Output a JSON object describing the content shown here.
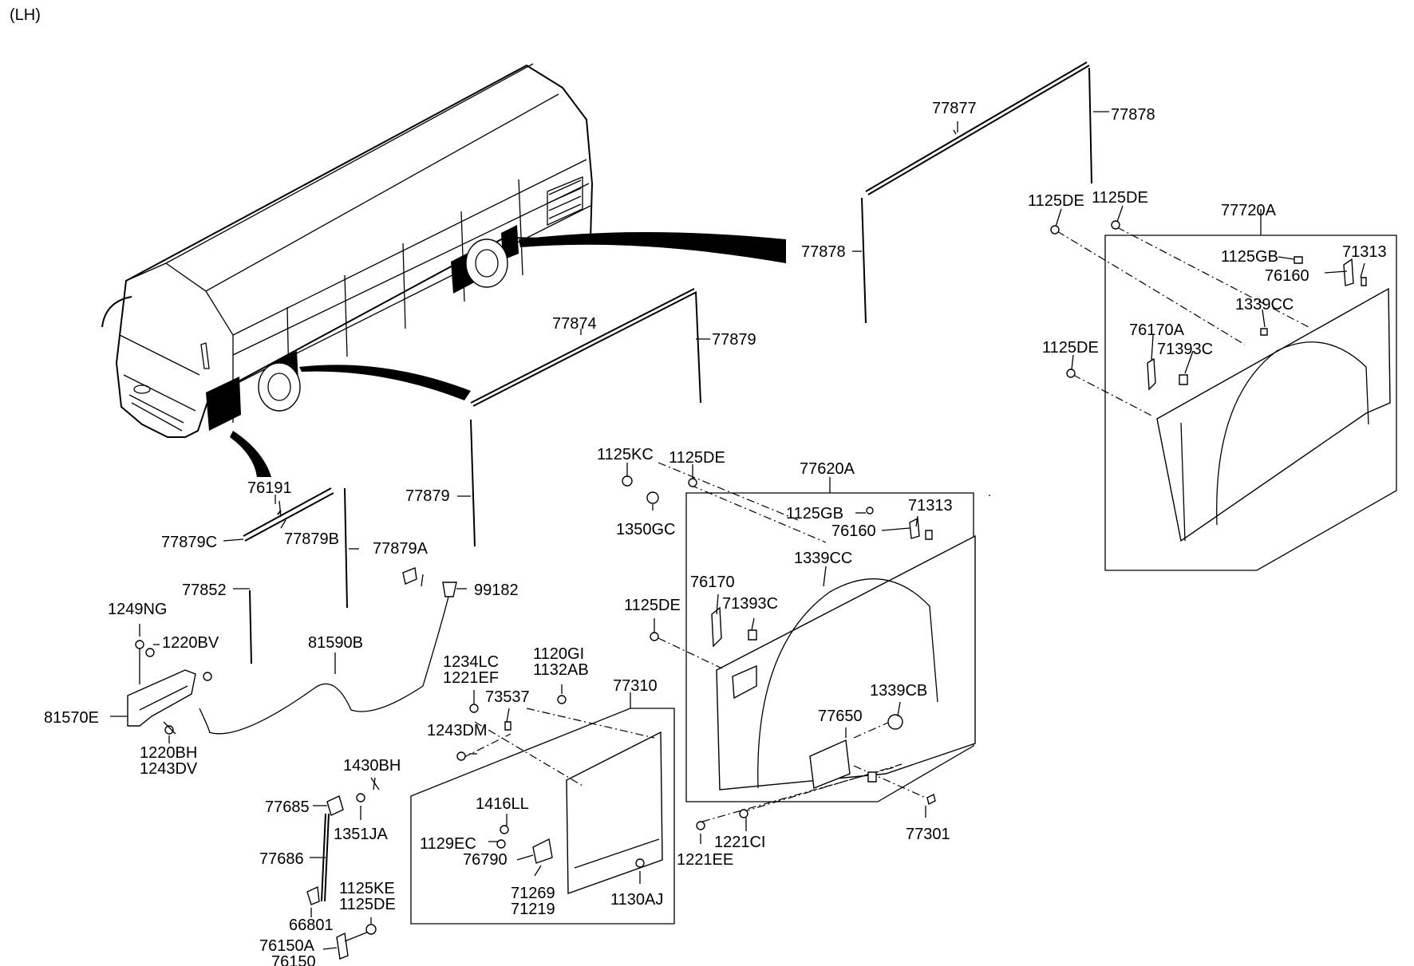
{
  "view_label": "(LH)",
  "callouts": {
    "p77877": "77877",
    "p77878a": "77878",
    "p77878b": "77878",
    "p1125DE_a": "1125DE",
    "p1125DE_b": "1125DE",
    "p77720A": "77720A",
    "p1125GB_a": "1125GB",
    "p71313_a": "71313",
    "p76160_a": "76160",
    "p1339CC_a": "1339CC",
    "p1125DE_c": "1125DE",
    "p76170A": "76170A",
    "p71393C_a": "71393C",
    "p77874": "77874",
    "p77879a": "77879",
    "p77879b": "77879",
    "p1125KC": "1125KC",
    "p1125DE_d": "1125DE",
    "p77620A": "77620A",
    "p1125GB_b": "1125GB",
    "p71313_b": "71313",
    "p76160_b": "76160",
    "p1350GC": "1350GC",
    "p1339CC_b": "1339CC",
    "p76170": "76170",
    "p71393C_b": "71393C",
    "p1125DE_e": "1125DE",
    "p1339CB": "1339CB",
    "p77650": "77650",
    "p77301": "77301",
    "p1221CI": "1221CI",
    "p1221EE": "1221EE",
    "p76191": "76191",
    "p77879C": "77879C",
    "p77879B": "77879B",
    "p77879A": "77879A",
    "p77852": "77852",
    "p1249NG": "1249NG",
    "p1220BV": "1220BV",
    "p81590B": "81590B",
    "p99182": "99182",
    "p81570E": "81570E",
    "p1220BH": "1220BH",
    "p1243DV": "1243DV",
    "p1234LC": "1234LC",
    "p1221EF": "1221EF",
    "p1120GI": "1120GI",
    "p1132AB": "1132AB",
    "p73537": "73537",
    "p77310": "77310",
    "p1243DM": "1243DM",
    "p1430BH": "1430BH",
    "p77685": "77685",
    "p1351JA": "1351JA",
    "p77686": "77686",
    "p1416LL": "1416LL",
    "p1129EC": "1129EC",
    "p76790": "76790",
    "p71269": "71269",
    "p71219": "71219",
    "p1130AJ": "1130AJ",
    "p1125KE": "1125KE",
    "p1125DE_f": "1125DE",
    "p66801": "66801",
    "p76150A": "76150A",
    "p76150": "76150"
  }
}
